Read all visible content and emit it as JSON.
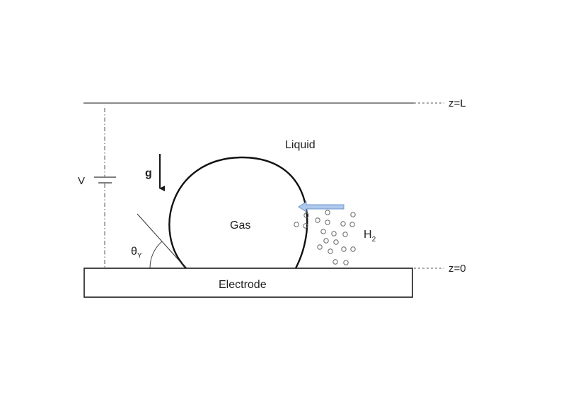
{
  "labels": {
    "top_boundary": "z=L",
    "bottom_boundary": "z=0",
    "voltage": "V",
    "gravity": "g",
    "liquid": "Liquid",
    "gas": "Gas",
    "contact_angle_symbol": "θ",
    "contact_angle_subscript": "Y",
    "species": "H",
    "species_subscript": "2",
    "electrode": "Electrode"
  },
  "colors": {
    "line": "#1a1a1a",
    "arrow_fill": "#aec8ee",
    "arrow_stroke": "#6f94c8",
    "bubble_stroke": "#666666"
  }
}
